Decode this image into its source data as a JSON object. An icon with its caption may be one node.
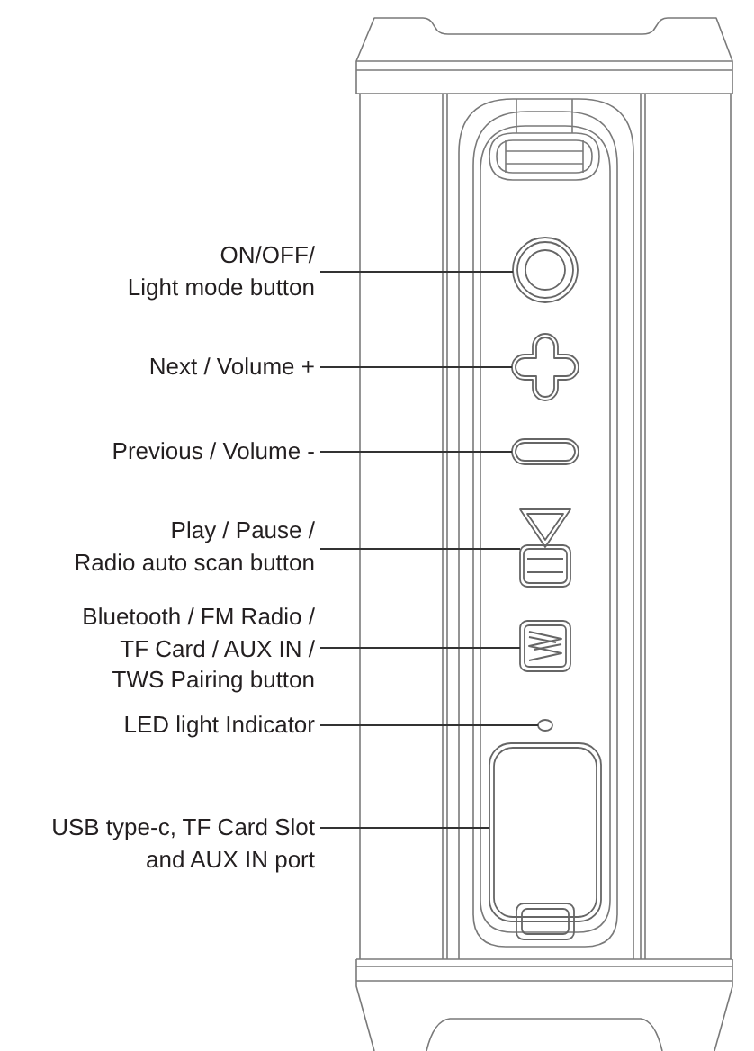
{
  "diagram": {
    "nodes": [
      {
        "text": [
          "ON/OFF/ Light mode button"
        ]
      },
      {
        "text": [],
        "shape": "circle"
      },
      {
        "text": [
          "Next / Volume +"
        ]
      },
      {
        "text": [],
        "shape": "cross"
      },
      {
        "text": [
          "Previous / Volume -"
        ]
      },
      {
        "text": [],
        "shape": "bar"
      },
      {
        "text": [
          "Play / Pause / Radio auto scan button"
        ]
      },
      {
        "text": [],
        "shape": "picture"
      },
      {
        "text": [
          "Bluetooth / FM Radio / TF Card / AUX IN / TWS Pairing button"
        ]
      },
      {
        "text": [],
        "shape": "box"
      },
      {
        "text": [
          "LED light Indicator"
        ]
      },
      {
        "text": [],
        "shape": "circle"
      },
      {
        "text": [
          "USB type-c, TF Card Slot and AUX IN port"
        ]
      },
      {
        "text": [],
        "shape": "box"
      }
    ],
    "edges": [
      {
        "from": 0,
        "to": 1,
        "arrow": "none"
      },
      {
        "from": 2,
        "to": 3,
        "arrow": "none"
      },
      {
        "from": 4,
        "to": 5,
        "arrow": "none"
      },
      {
        "from": 6,
        "to": 7,
        "arrow": "none"
      },
      {
        "from": 8,
        "to": 9,
        "arrow": "none"
      },
      {
        "from": 10,
        "to": 11,
        "arrow": "none"
      },
      {
        "from": 12,
        "to": 13,
        "arrow": "none"
      }
    ]
  }
}
